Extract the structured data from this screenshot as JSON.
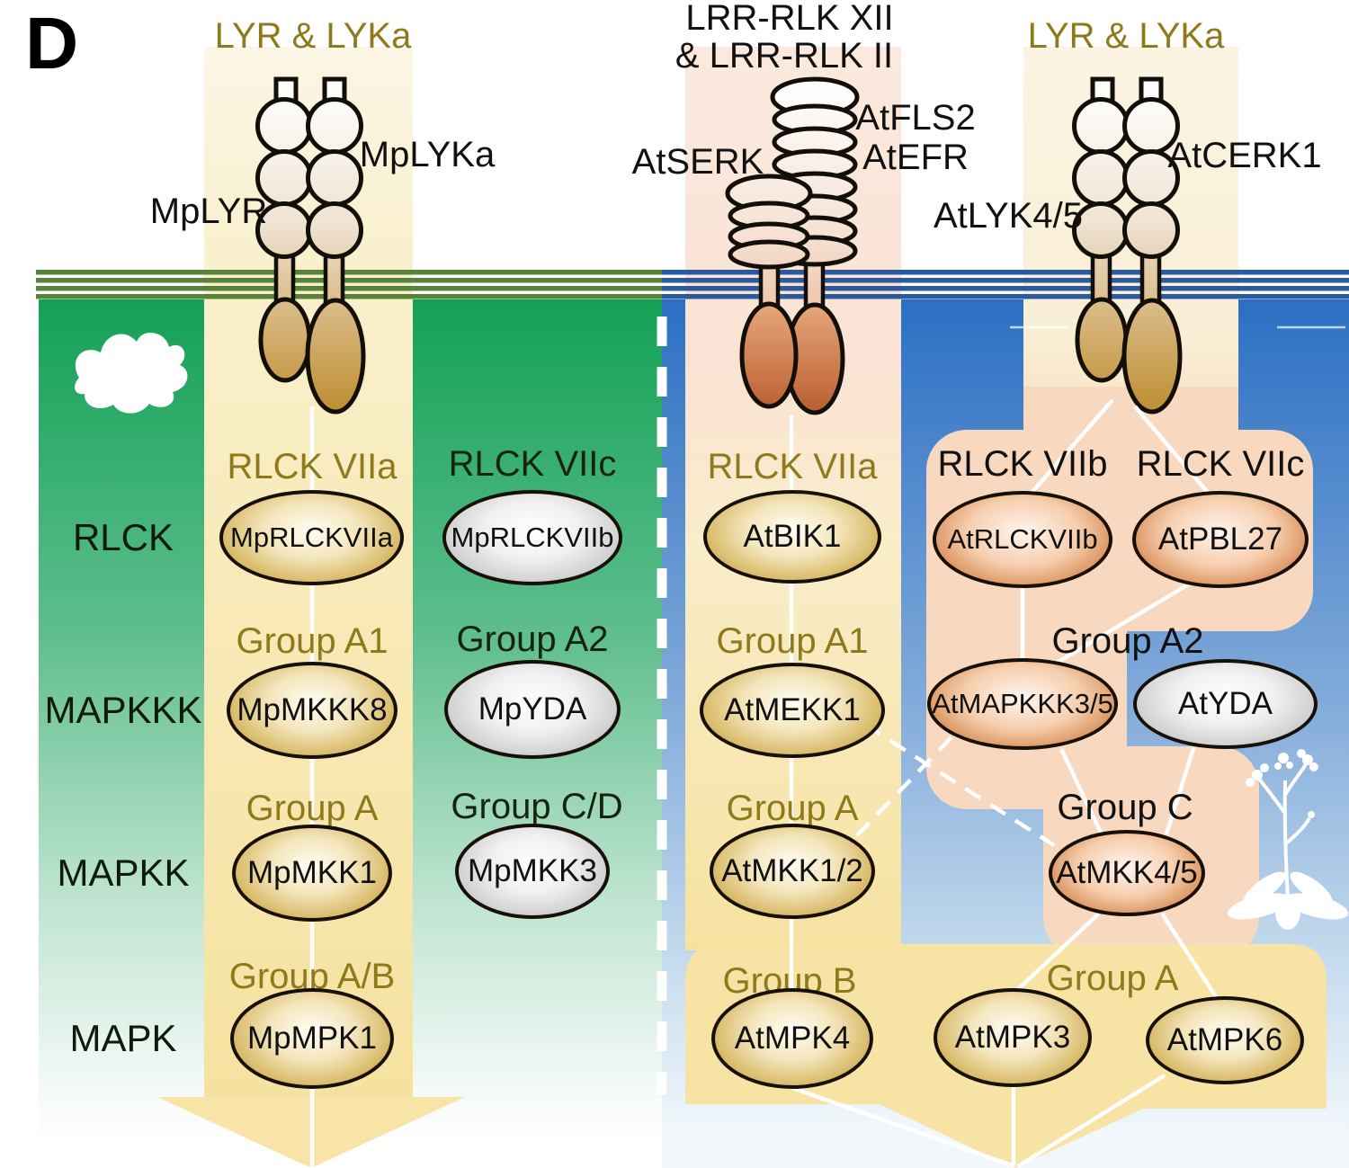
{
  "panel": {
    "label": "D"
  },
  "colors": {
    "membrane_green": "#57833A",
    "membrane_blue": "#2B5A9E",
    "zone_green": "#16A258",
    "zone_blue": "#2C6FC2",
    "pathway_yellow": "#F7E3A4",
    "pathway_salmon": "#F8D8BF",
    "node_gold_edge": "#B6912C",
    "node_gray_edge": "#A6A6A6",
    "node_salmon_edge": "#BF6A36",
    "accent_olive": "#8E7A1B"
  },
  "row_labels": [
    "RLCK",
    "MAPKKK",
    "MAPKK",
    "MAPK"
  ],
  "marchantia": {
    "receptor_family": "LYR & LYKa",
    "receptor_left": "MpLYR",
    "receptor_right": "MpLYKa",
    "headers": {
      "rlck": "RLCK VIIa",
      "rlck2": "RLCK VIIc",
      "mapkkk": "Group A1",
      "mapkkk2": "Group A2",
      "mapkk": "Group A",
      "mapkk2": "Group C/D",
      "mapk": "Group A/B"
    },
    "nodes": {
      "rlck": "MpRLCKVIIa",
      "rlck2": "MpRLCKVIIb",
      "mapkkk": "MpMKKK8",
      "mapkkk2": "MpYDA",
      "mapkk": "MpMKK1",
      "mapkk2": "MpMKK3",
      "mapk": "MpMPK1"
    }
  },
  "arabidopsis": {
    "receptor_family_lrr_line1": "LRR-RLK XII",
    "receptor_family_lrr_line2": "& LRR-RLK II",
    "receptor_family_lyk": "LYR & LYKa",
    "receptors": {
      "serk": "AtSERK",
      "fls2": "AtFLS2",
      "efr": "AtEFR",
      "lyk45": "AtLYK4/5",
      "cerk1": "AtCERK1"
    },
    "headers": {
      "rlck": "RLCK VIIa",
      "rlck2": "RLCK VIIb",
      "rlck3": "RLCK VIIc",
      "mapkkk": "Group A1",
      "mapkkk2": "Group A2",
      "mapkk": "Group A",
      "mapkk2": "Group C",
      "mapk": "Group B",
      "mapk2": "Group A"
    },
    "nodes": {
      "rlck": "AtBIK1",
      "rlck2": "AtRLCKVIIb",
      "rlck3": "AtPBL27",
      "mapkkk": "AtMEKK1",
      "mapkkk2": "AtMAPKKK3/5",
      "mapkkk3": "AtYDA",
      "mapkk": "AtMKK1/2",
      "mapkk2": "AtMKK4/5",
      "mapk": "AtMPK4",
      "mapk2": "AtMPK3",
      "mapk3": "AtMPK6"
    }
  }
}
